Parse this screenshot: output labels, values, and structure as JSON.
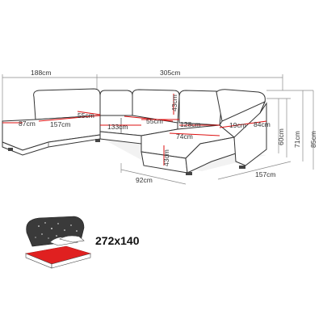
{
  "dimensions": {
    "left_width": "188cm",
    "total_width": "305cm",
    "left_seat_depth_a": "87cm",
    "left_seat_width": "157cm",
    "back_cushion_a": "55cm",
    "seat_width_mid": "133cm",
    "back_cushion_b": "55cm",
    "back_height": "43cm",
    "chaise_seat_width": "128cm",
    "arm_width_a": "19cm",
    "arm_depth": "84cm",
    "chaise_depth_right": "74cm",
    "chaise_height": "43cm",
    "chaise_width_bottom": "92cm",
    "right_depth": "157cm",
    "seat_height": "60cm",
    "arm_height": "71cm",
    "total_height": "85cm"
  },
  "bed": {
    "size_label": "272x140"
  }
}
